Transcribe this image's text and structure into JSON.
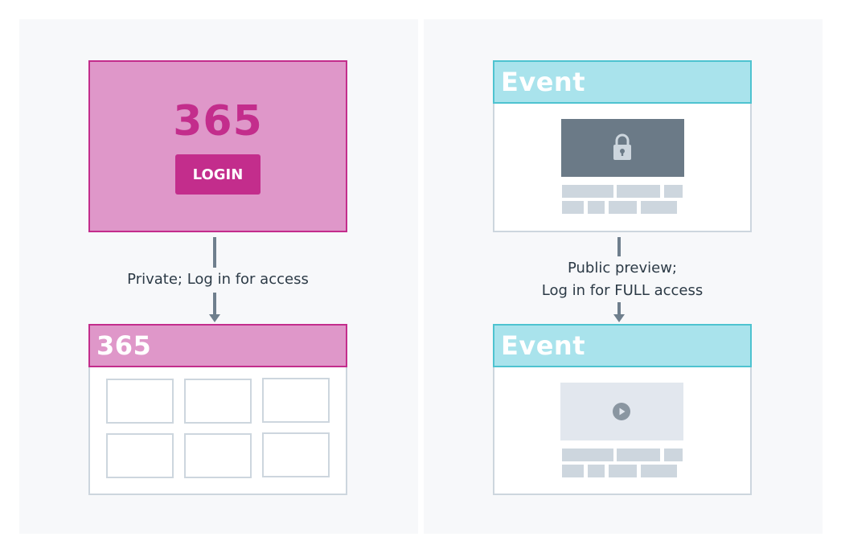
{
  "left": {
    "login_card": {
      "number": "365",
      "button_label": "LOGIN"
    },
    "caption": "Private; Log in for access",
    "result_card": {
      "header_title": "365"
    }
  },
  "right": {
    "preview_card": {
      "header_title": "Event"
    },
    "caption_line1": "Public preview;",
    "caption_line2": "Log in for FULL access",
    "result_card": {
      "header_title": "Event"
    }
  },
  "colors": {
    "magenta": "#c32d8c",
    "pink_fill": "#df97c9",
    "cyan_fill": "#a9e3ec",
    "cyan_border": "#4ec3d0",
    "gray_border": "#cdd6de",
    "arrow": "#6f7f8d",
    "locked_media": "#6b7a87",
    "preview_media": "#e2e7ee"
  },
  "icons": [
    "lock-icon",
    "play-icon"
  ]
}
